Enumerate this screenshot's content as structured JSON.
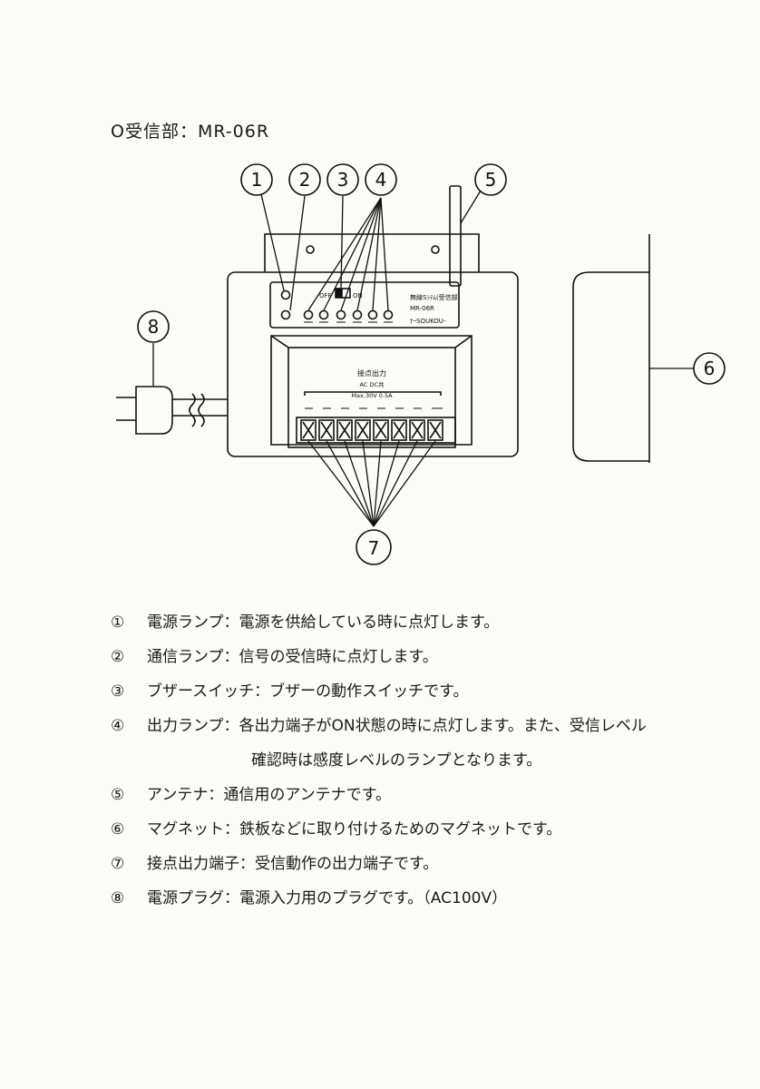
{
  "title": "O受信部：MR-06R",
  "callouts": [
    "1",
    "2",
    "3",
    "4",
    "5",
    "6",
    "7",
    "8"
  ],
  "device_labels": {
    "name_line1": "無線Sｼﾃﾑ(受信部)",
    "name_line2": "MR-06R",
    "brand": "ﾅｰSOUKOU-",
    "terminal_title": "接点出力",
    "rating_line1": "AC DC共",
    "rating_line2": "Max.30V 0.5A",
    "switch_off": "OFF",
    "switch_on": "ON"
  },
  "legend": [
    {
      "num": "①",
      "term": "電源ランプ：",
      "desc": "電源を供給している時に点灯します。"
    },
    {
      "num": "②",
      "term": "通信ランプ：",
      "desc": "信号の受信時に点灯します。"
    },
    {
      "num": "③",
      "term": "ブザースイッチ：",
      "desc": "ブザーの動作スイッチです。"
    },
    {
      "num": "④",
      "term": "出力ランプ：",
      "desc": "各出力端子がON状態の時に点灯します。また、受信レベル",
      "desc2": "確認時は感度レベルのランプとなります。"
    },
    {
      "num": "⑤",
      "term": "アンテナ：",
      "desc": "通信用のアンテナです。"
    },
    {
      "num": "⑥",
      "term": "マグネット：",
      "desc": "鉄板などに取り付けるためのマグネットです。"
    },
    {
      "num": "⑦",
      "term": "接点出力端子：",
      "desc": "受信動作の出力端子です。"
    },
    {
      "num": "⑧",
      "term": "電源プラグ：",
      "desc": "電源入力用のプラグです。（AC100V）"
    }
  ]
}
